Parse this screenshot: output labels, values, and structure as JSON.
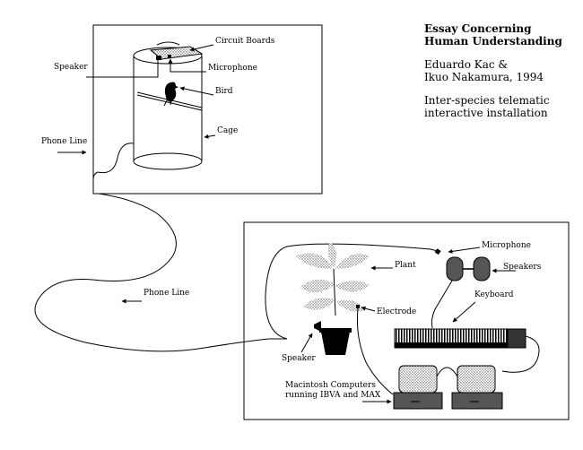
{
  "title": [
    "Essay Concerning",
    "Human Understanding"
  ],
  "credits": [
    "Eduardo Kac &",
    "Ikuo Nakamura, 1994"
  ],
  "description": [
    "Inter-species telematic",
    "interactive installation"
  ],
  "labels": {
    "circuit_boards": "Circuit Boards",
    "speaker_top": "Speaker",
    "microphone_top": "Microphone",
    "bird": "Bird",
    "cage": "Cage",
    "phone_line_top": "Phone Line",
    "phone_line_middle": "Phone Line",
    "microphone_bottom": "Microphone",
    "plant": "Plant",
    "speakers": "Speakers",
    "keyboard": "Keyboard",
    "electrode": "Electrode",
    "speaker_bottom": "Speaker",
    "computers": [
      "Macintosh Computers",
      "running IBVA and MAX"
    ]
  }
}
